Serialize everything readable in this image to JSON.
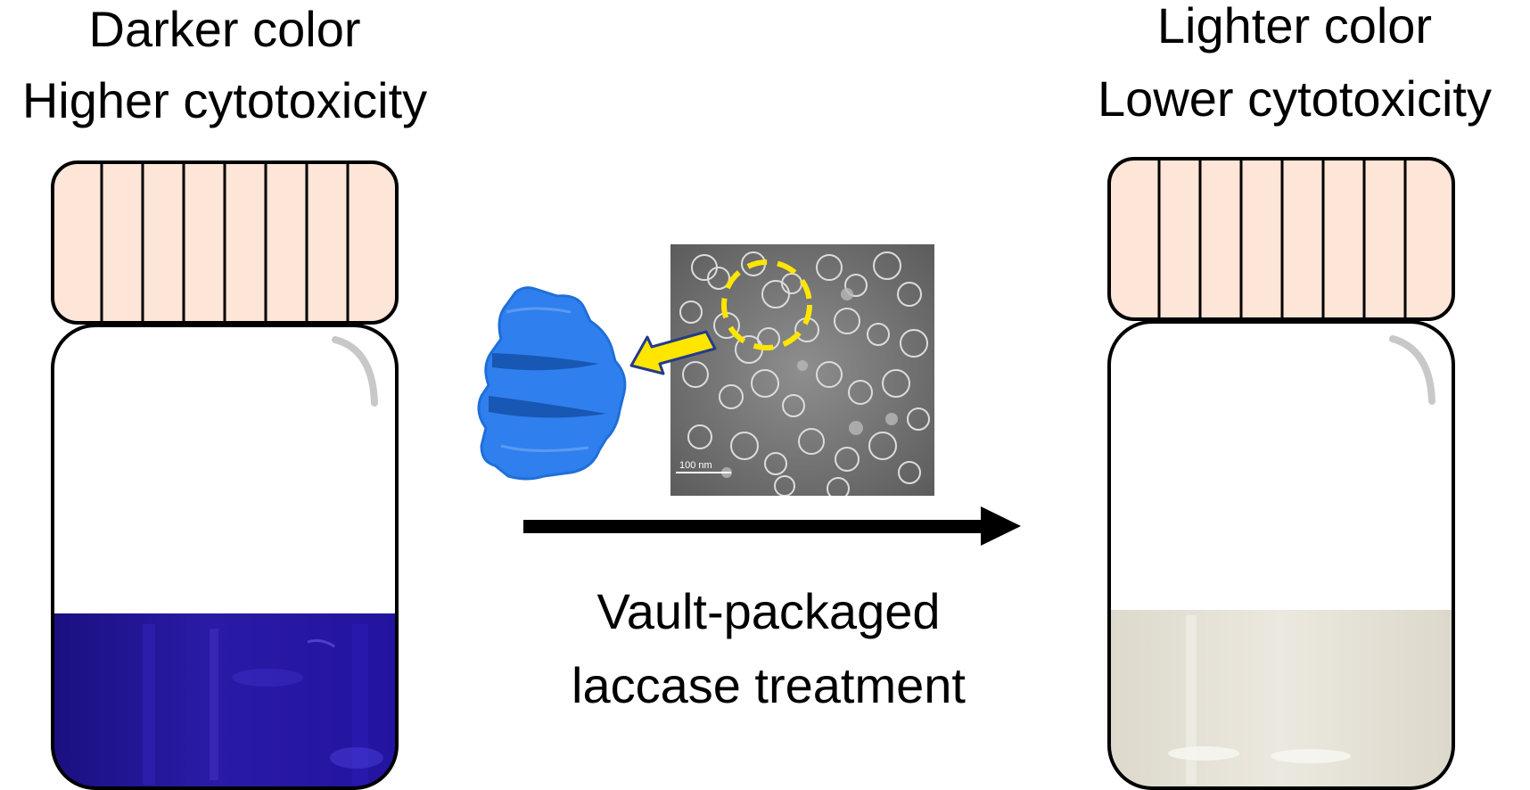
{
  "left_jar": {
    "label_line1": "Darker color",
    "label_line2": "Higher cytotoxicity",
    "liquid_color": "#2a1ba6"
  },
  "right_jar": {
    "label_line1": "Lighter color",
    "label_line2": "Lower cytotoxicity",
    "liquid_color": "#e6e2d8"
  },
  "process": {
    "label_line1": "Vault-packaged",
    "label_line2": "laccase treatment"
  },
  "micrograph": {
    "scale_bar_label": "100 nm"
  },
  "colors": {
    "cap_fill": "#fde5d8",
    "vault_blue": "#2f80ee",
    "highlight_yellow": "#ffe600",
    "arrow_black": "#000000"
  }
}
